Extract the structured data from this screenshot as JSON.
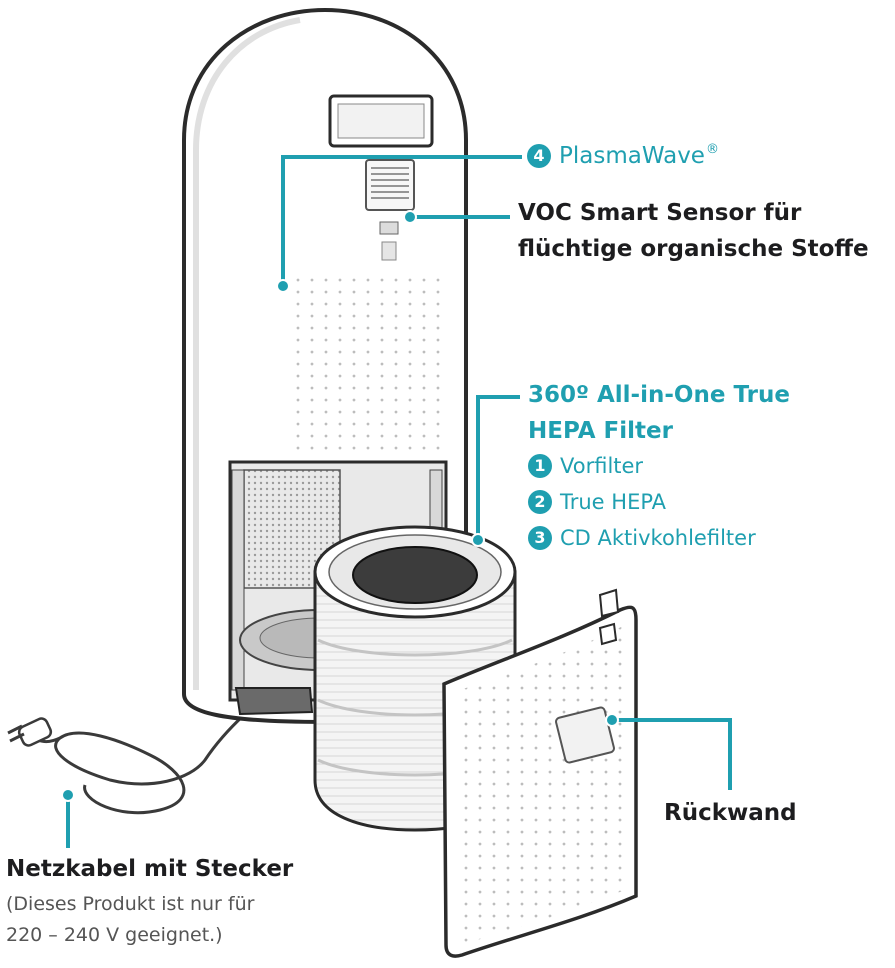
{
  "labels": {
    "plasmawave": {
      "num": "4",
      "text": "PlasmaWave",
      "mark": "®"
    },
    "voc_line1": "VOC Smart Sensor für",
    "voc_line2": "flüchtige organische Stoffe",
    "hepa_line1": "360º All-in-One True",
    "hepa_line2": "HEPA Filter",
    "filter_items": [
      {
        "num": "1",
        "text": "Vorfilter"
      },
      {
        "num": "2",
        "text": "True HEPA"
      },
      {
        "num": "3",
        "text": "CD Aktivkohlefilter"
      }
    ],
    "rueckwand": "Rückwand",
    "netzkabel_title": "Netzkabel mit Stecker",
    "netzkabel_note1": "(Dieses Produkt ist nur für",
    "netzkabel_note2": "220 – 240 V geeignet.)"
  },
  "colors": {
    "accent": "#1f9fb0",
    "text": "#1d1d1f",
    "note": "#555555",
    "line": "#3a3a3a"
  }
}
